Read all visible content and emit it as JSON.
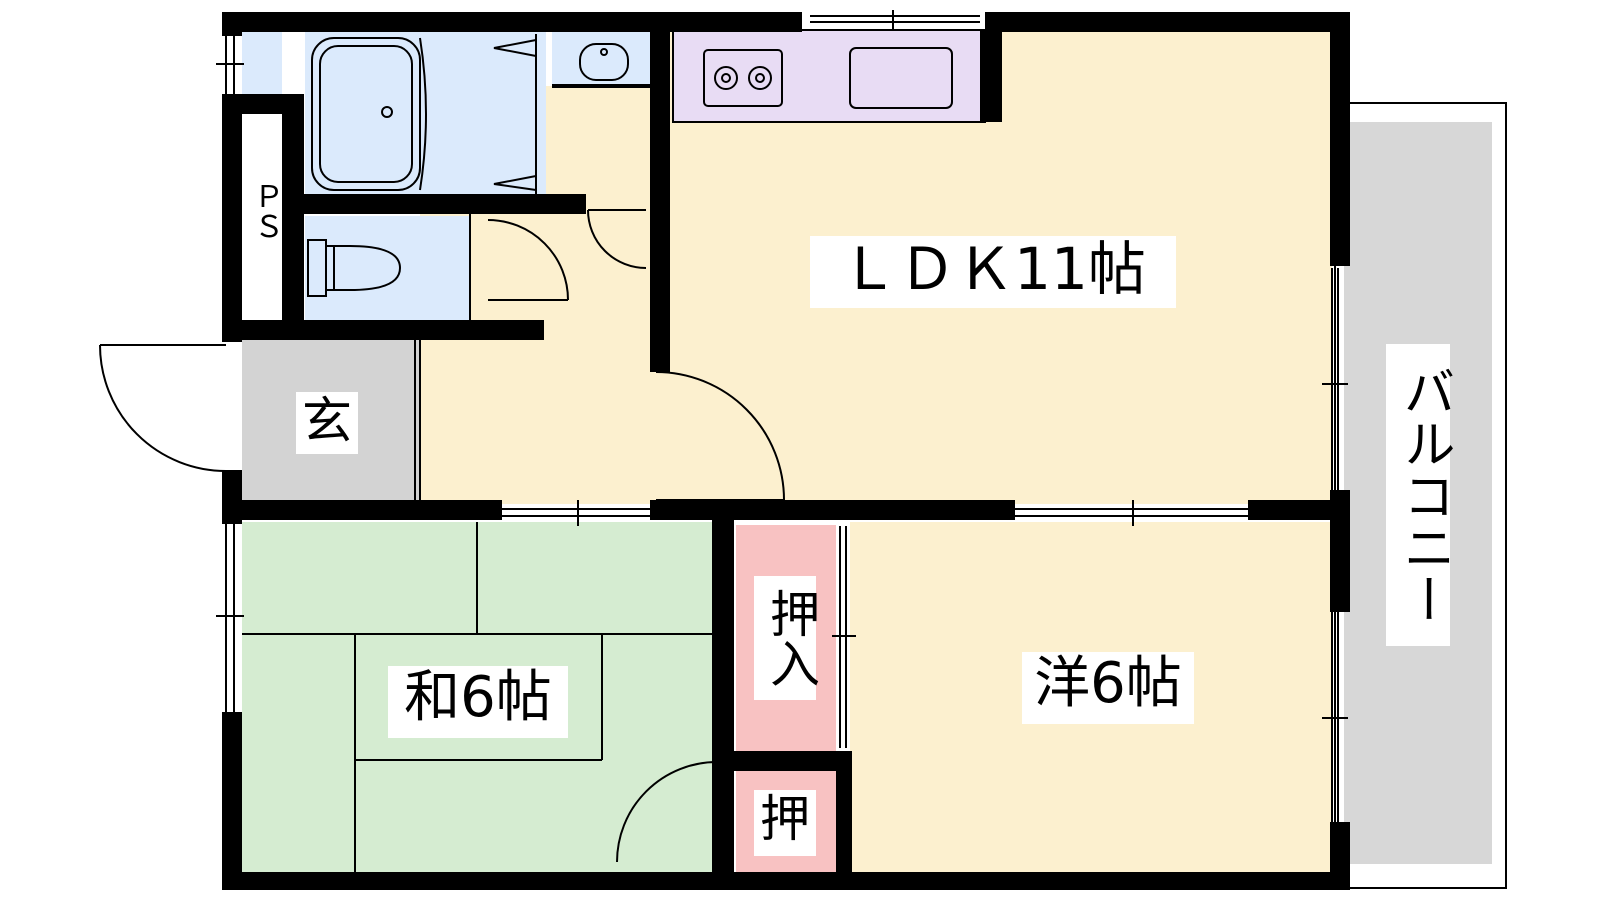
{
  "rooms": {
    "ldk": "ＬＤＫ11帖",
    "western": "洋6帖",
    "japanese": "和6帖",
    "entrance": "玄",
    "pipe_space": "ＰＳ",
    "closet_large": "押入",
    "closet_small": "押",
    "balcony": "バルコニー"
  },
  "colors": {
    "wall": "#000000",
    "floor": "#fcf0cf",
    "tatami": "#d5ecd1",
    "wet_area": "#dbeafc",
    "kitchen": "#e8dcf4",
    "entrance": "#d3d3d3",
    "closet": "#f8c2c2",
    "balcony": "#d7d7d7"
  }
}
